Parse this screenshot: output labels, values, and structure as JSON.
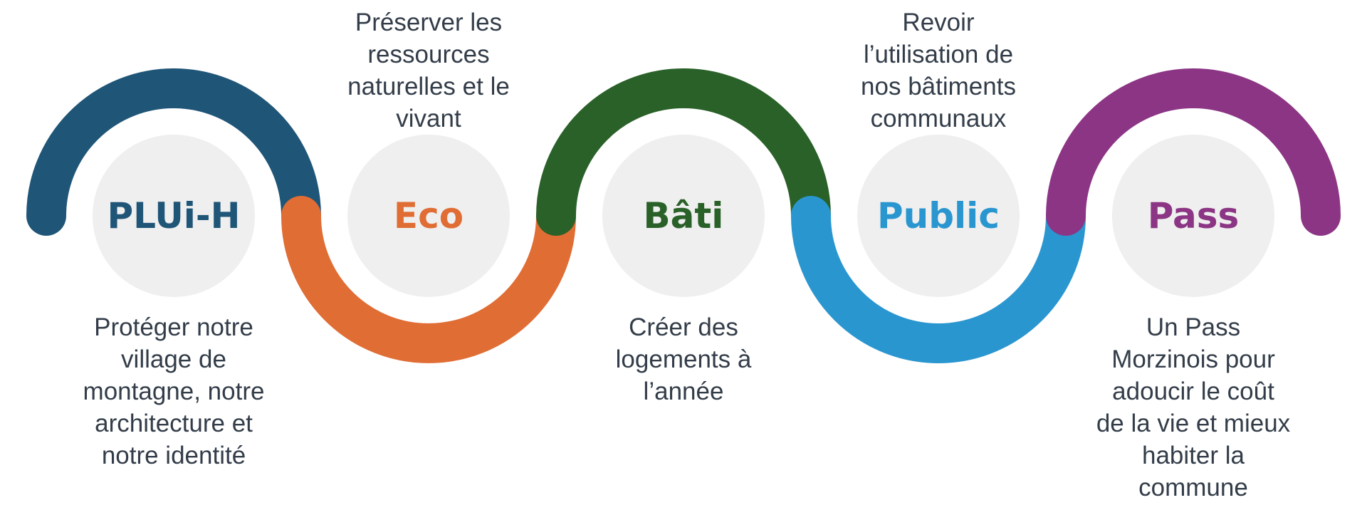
{
  "steps": [
    {
      "label": "PLUi-H",
      "color": "#1f5577",
      "description": "Protéger notre\nvillage de\nmontagne, notre\narchitecture et\nnotre identité",
      "description_position": "bottom"
    },
    {
      "label": "Eco",
      "color": "#e06d34",
      "description": "Préserver les\nressources\nnaturelles et le\nvivant",
      "description_position": "top"
    },
    {
      "label": "Bâti",
      "color": "#296128",
      "description": "Créer des\nlogements à\nl’année",
      "description_position": "bottom"
    },
    {
      "label": "Public",
      "color": "#2a96d0",
      "description": "Revoir\nl’utilisation de\nnos bâtiments\ncommunaux",
      "description_position": "top"
    },
    {
      "label": "Pass",
      "color": "#8c3585",
      "description": "Un Pass\nMorzinois pour\nadoucir le coût\nde la vie et mieux\nhabiter la\ncommune",
      "description_position": "bottom"
    }
  ]
}
